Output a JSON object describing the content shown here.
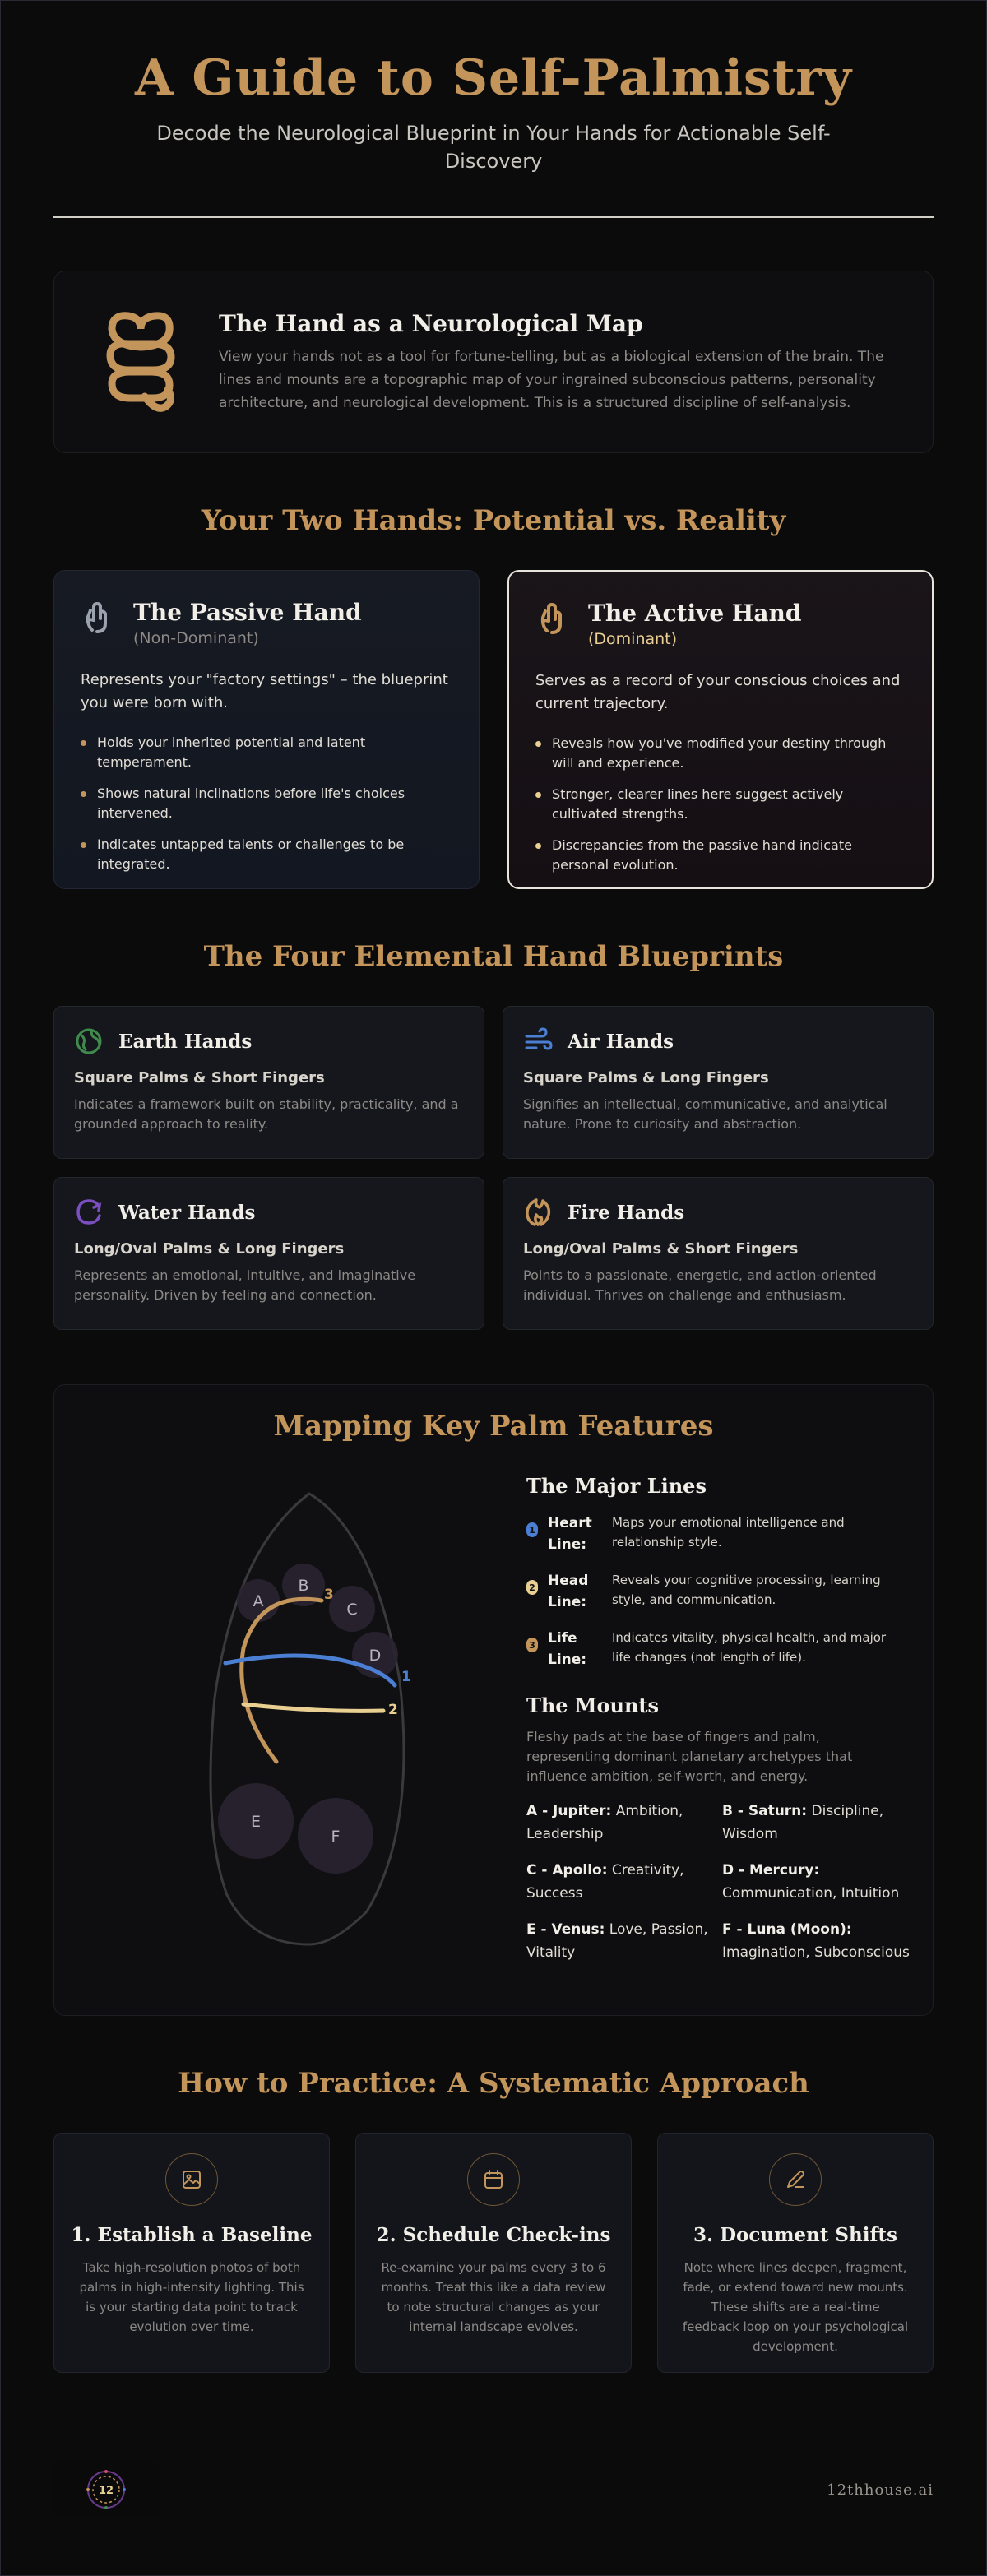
{
  "header": {
    "title": "A Guide to Self-Palmistry",
    "subtitle": "Decode the Neurological Blueprint in Your Hands for Actionable Self-Discovery"
  },
  "intro": {
    "icon": "brain-knot-icon",
    "title": "The Hand as a Neurological Map",
    "text": "View your hands not as a tool for fortune-telling, but as a biological extension of the brain. The lines and mounts are a topographic map of your ingrained subconscious patterns, personality architecture, and neurological development. This is a structured discipline of self-analysis."
  },
  "hands": {
    "title": "Your Two Hands: Potential vs. Reality",
    "passive": {
      "icon": "hand-icon",
      "title": "The Passive Hand",
      "subtitle": "(Non-Dominant)",
      "description": "Represents your \"factory settings\" – the blueprint you were born with.",
      "points": [
        "Holds your inherited potential and latent temperament.",
        "Shows natural inclinations before life's choices intervened.",
        "Indicates untapped talents or challenges to be integrated."
      ]
    },
    "active": {
      "icon": "hand-icon",
      "title": "The Active Hand",
      "subtitle": "(Dominant)",
      "description": "Serves as a record of your conscious choices and current trajectory.",
      "points": [
        "Reveals how you've modified your destiny through will and experience.",
        "Stronger, clearer lines here suggest actively cultivated strengths.",
        "Discrepancies from the passive hand indicate personal evolution."
      ]
    }
  },
  "elements": {
    "title": "The Four Elemental Hand Blueprints",
    "items": [
      {
        "icon": "globe-icon",
        "title": "Earth Hands",
        "subtitle": "Square Palms & Short Fingers",
        "description": "Indicates a framework built on stability, practicality, and a grounded approach to reality.",
        "color": "#3f8a4c"
      },
      {
        "icon": "wind-icon",
        "title": "Air Hands",
        "subtitle": "Square Palms & Long Fingers",
        "description": "Signifies an intellectual, communicative, and analytical nature. Prone to curiosity and abstraction.",
        "color": "#4a7fd4"
      },
      {
        "icon": "wave-icon",
        "title": "Water Hands",
        "subtitle": "Long/Oval Palms & Long Fingers",
        "description": "Represents an emotional, intuitive, and imaginative personality. Driven by feeling and connection.",
        "color": "#7a4fbf"
      },
      {
        "icon": "flame-icon",
        "title": "Fire Hands",
        "subtitle": "Long/Oval Palms & Short Fingers",
        "description": "Points to a passionate, energetic, and action-oriented individual. Thrives on challenge and enthusiasm.",
        "color": "#c3955a"
      }
    ]
  },
  "mapping": {
    "title": "Mapping Key Palm Features",
    "palm": {
      "mount_labels": [
        "A",
        "B",
        "C",
        "D",
        "E",
        "F"
      ],
      "line_numbers": [
        "1",
        "2",
        "3"
      ]
    },
    "lines_title": "The Major Lines",
    "lines": [
      {
        "num": "1",
        "name": "Heart Line:",
        "desc": "Maps your emotional intelligence and relationship style.",
        "color": "#4a7fd4"
      },
      {
        "num": "2",
        "name": "Head Line:",
        "desc": "Reveals your cognitive processing, learning style, and communication.",
        "color": "#e9cf91"
      },
      {
        "num": "3",
        "name": "Life Line:",
        "desc": "Indicates vitality, physical health, and major life changes (not length of life).",
        "color": "#c3955a"
      }
    ],
    "mounts_title": "The Mounts",
    "mounts_intro": "Fleshy pads at the base of fingers and palm, representing dominant planetary archetypes that influence ambition, self-worth, and energy.",
    "mounts": [
      {
        "name": "A - Jupiter:",
        "desc": "Ambition, Leadership"
      },
      {
        "name": "B - Saturn:",
        "desc": "Discipline, Wisdom"
      },
      {
        "name": "C - Apollo:",
        "desc": "Creativity, Success"
      },
      {
        "name": "D - Mercury:",
        "desc": "Communication, Intuition"
      },
      {
        "name": "E - Venus:",
        "desc": "Love, Passion, Vitality"
      },
      {
        "name": "F - Luna (Moon):",
        "desc": "Imagination, Subconscious"
      }
    ]
  },
  "practice": {
    "title": "How to Practice: A Systematic Approach",
    "steps": [
      {
        "icon": "image-icon",
        "title": "1. Establish a Baseline",
        "desc": "Take high-resolution photos of both palms in high-intensity lighting. This is your starting data point to track evolution over time."
      },
      {
        "icon": "calendar-icon",
        "title": "2. Schedule Check-ins",
        "desc": "Re-examine your palms every 3 to 6 months. Treat this like a data review to note structural changes as your internal landscape evolves."
      },
      {
        "icon": "pen-icon",
        "title": "3. Document Shifts",
        "desc": "Note where lines deepen, fragment, fade, or extend toward new mounts. These shifts are a real-time feedback loop on your psychological development."
      }
    ]
  },
  "footer": {
    "logo_text": "12",
    "brand": "12thhouse.ai"
  },
  "colors": {
    "accent": "#c3955a",
    "background": "#0b0b0c"
  }
}
